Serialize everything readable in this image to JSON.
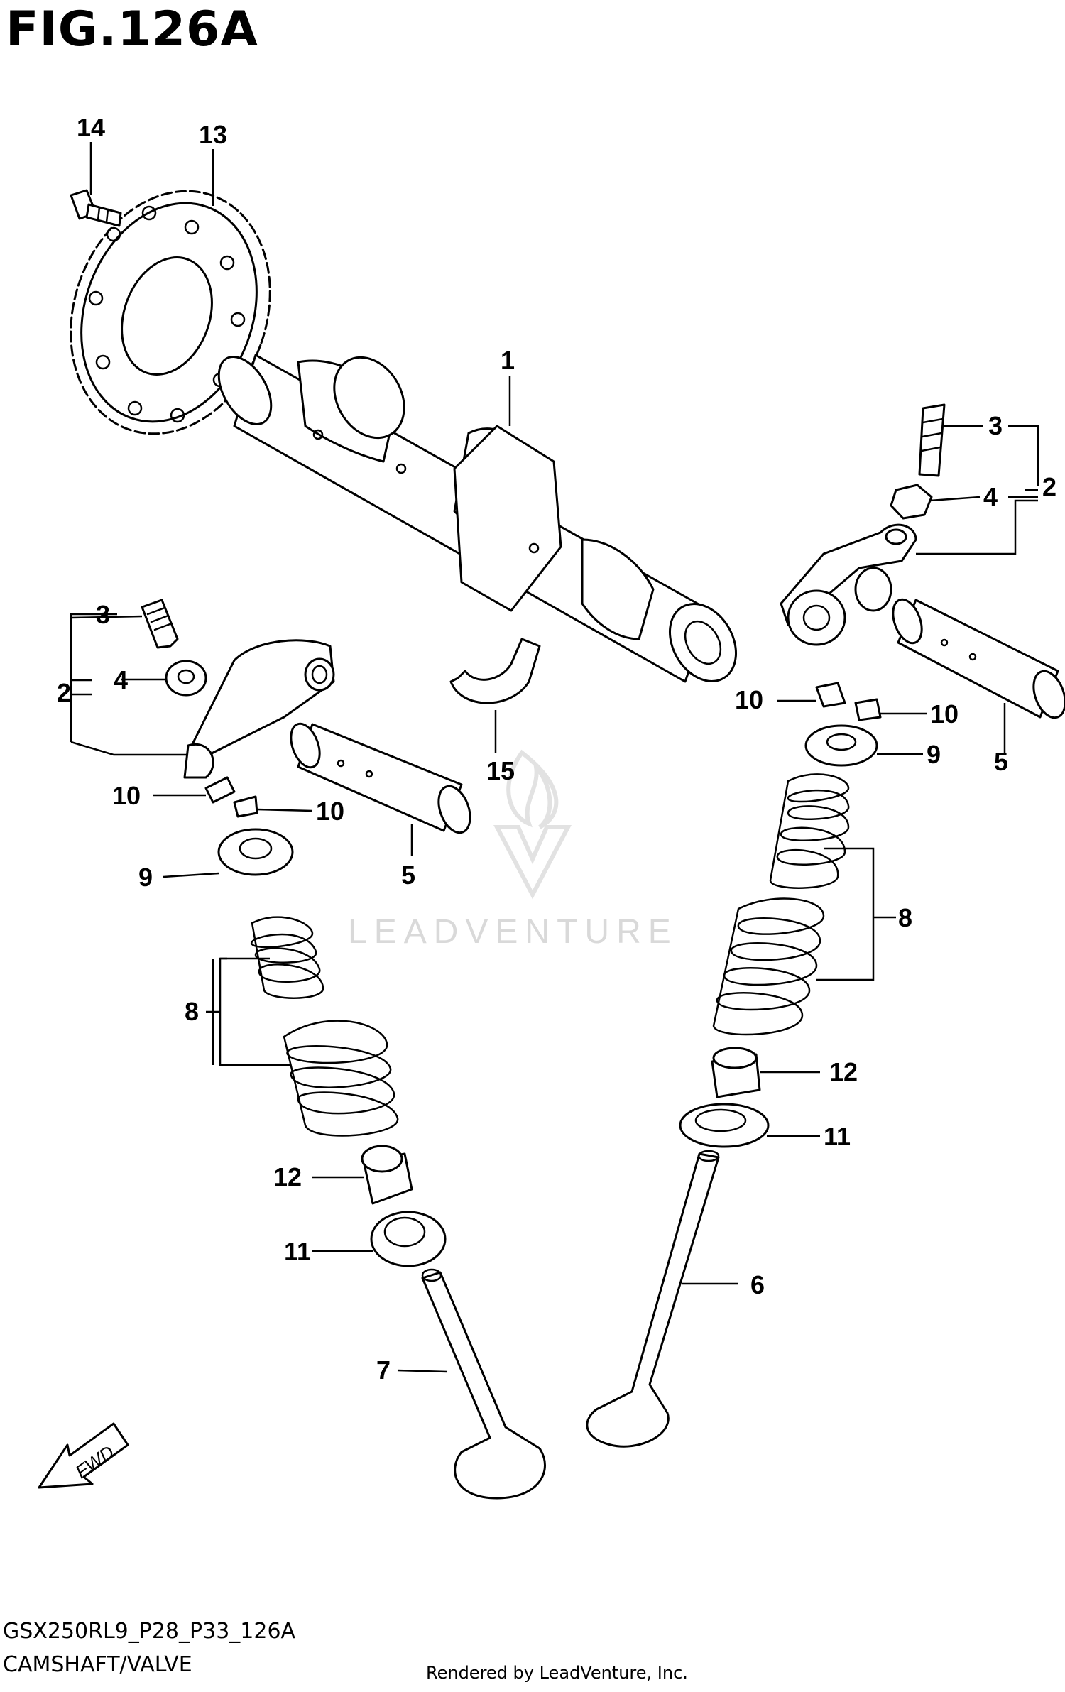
{
  "figure": {
    "title": "FIG.126A"
  },
  "callouts": [
    "1",
    "2",
    "2",
    "3",
    "3",
    "4",
    "4",
    "5",
    "5",
    "6",
    "7",
    "8",
    "8",
    "9",
    "9",
    "10",
    "10",
    "10",
    "10",
    "11",
    "11",
    "12",
    "12",
    "13",
    "14",
    "15"
  ],
  "watermark": {
    "text": "LEADVENTURE"
  },
  "fwd_label": "FWD",
  "footer": {
    "code": "GSX250RL9_P28_P33_126A",
    "caption": "CAMSHAFT/VALVE",
    "credit": "Rendered by LeadVenture, Inc."
  },
  "colors": {
    "line": "#000000",
    "background": "#ffffff",
    "watermark": "#d9d9d9"
  }
}
